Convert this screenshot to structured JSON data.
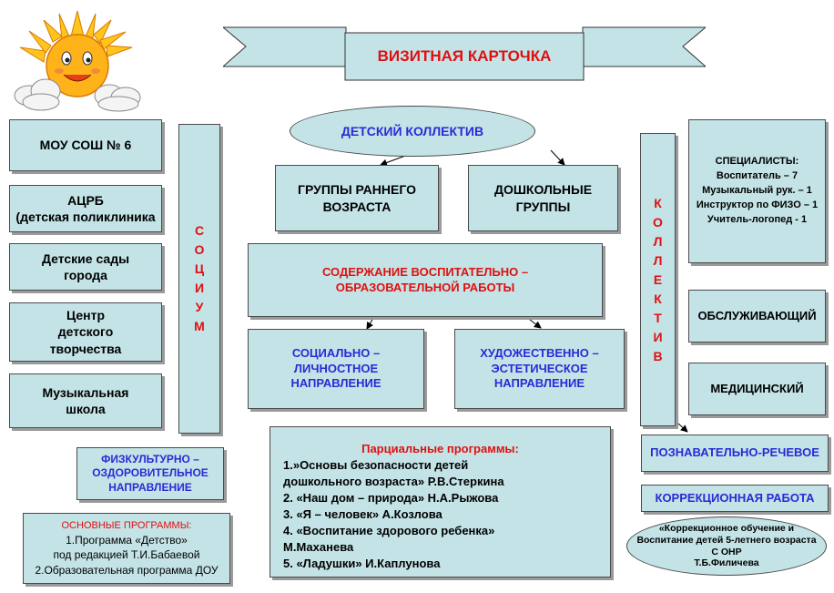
{
  "colors": {
    "box_fill": "#c3e3e6",
    "blue_text": "#2a2ad6",
    "red_text": "#e01010"
  },
  "banner": {
    "title": "ВИЗИТНАЯ КАРТОЧКА"
  },
  "sun": {
    "icon": "sun-with-clouds-icon"
  },
  "socium": {
    "items": [
      "МОУ СОШ № 6",
      "АЦРБ\n(детская поликлиника",
      "Детские сады\nгорода",
      "Центр\nдетского\nтворчества",
      "Музыкальная\nшкола"
    ],
    "vertical_label": [
      "С",
      "О",
      "Ц",
      "И",
      "У",
      "М"
    ]
  },
  "collective_ellipse": "ДЕТСКИЙ КОЛЛЕКТИВ",
  "groups": {
    "early": "ГРУППЫ РАННЕГО\nВОЗРАСТА",
    "preschool": "ДОШКОЛЬНЫЕ\nГРУППЫ"
  },
  "content": "СОДЕРЖАНИЕ ВОСПИТАТЕЛЬНО –\nОБРАЗОВАТЕЛЬНОЙ РАБОТЫ",
  "directions": {
    "social": "СОЦИАЛЬНО –\nЛИЧНОСТНОЕ\nНАПРАВЛЕНИЕ",
    "art": "ХУДОЖЕСТВЕННО –\nЭСТЕТИЧЕСКОЕ\nНАПРАВЛЕНИЕ",
    "physical": "ФИЗКУЛЬТУРНО –\nОЗДОРОВИТЕЛЬНОЕ\nНАПРАВЛЕНИЕ",
    "cognitive": "ПОЗНАВАТЕЛЬНО-РЕЧЕВОЕ",
    "correction": "КОРРЕКЦИОННАЯ РАБОТА"
  },
  "collective": {
    "vertical_label": [
      "К",
      "О",
      "Л",
      "Л",
      "Е",
      "К",
      "Т",
      "И",
      "В"
    ],
    "specialists": "СПЕЦИАЛИСТЫ:\nВоспитатель – 7\nМузыкальный рук. – 1\nИнструктор по ФИЗО – 1\nУчитель-логопед - 1",
    "service": "ОБСЛУЖИВАЮЩИЙ",
    "medical": "МЕДИЦИНСКИЙ"
  },
  "partial": {
    "title": "Парциальные программы:",
    "items": [
      "1.»Основы безопасности детей",
      "дошкольного возраста» Р.В.Стеркина",
      "2. «Наш дом – природа» Н.А.Рыжова",
      "3. «Я – человек» А.Козлова",
      "4. «Воспитание здорового ребенка»",
      "М.Маханева",
      "5. «Ладушки» И.Каплунова"
    ]
  },
  "main_programs": {
    "title": "ОСНОВНЫЕ ПРОГРАММЫ:",
    "lines": [
      "1.Программа «Детство»",
      "под редакцией Т.И.Бабаевой",
      "2.Образовательная программа ДОУ"
    ]
  },
  "correction_ellipse": "«Коррекционное обучение и\nВоспитание детей 5-летнего возраста\nС ОНР\nТ.Б.Филичева"
}
